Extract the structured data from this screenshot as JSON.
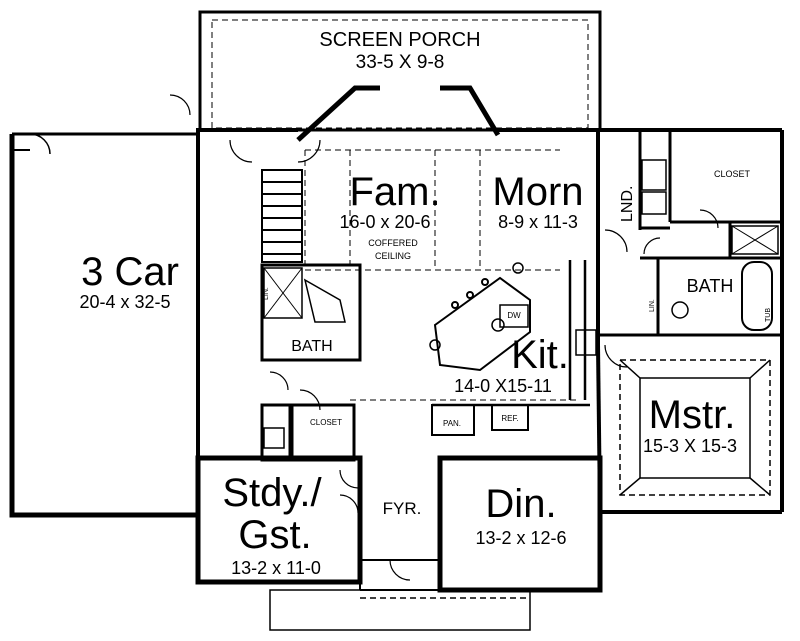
{
  "rooms": {
    "screen_porch": {
      "name": "SCREEN PORCH",
      "size": "33-5 X 9-8"
    },
    "garage": {
      "name": "3 Car",
      "size": "20-4 x 32-5"
    },
    "family": {
      "name": "Fam.",
      "size": "16-0 x 20-6",
      "note_line1": "COFFERED",
      "note_line2": "CEILING"
    },
    "morning": {
      "name": "Morn",
      "size": "8-9 x 11-3"
    },
    "laundry": {
      "name": "LND."
    },
    "closet_master": {
      "name": "CLOSET"
    },
    "bath_master": {
      "name": "BATH"
    },
    "bath_hall": {
      "name": "BATH"
    },
    "kitchen": {
      "name": "Kit.",
      "size": "14-0 X15-11"
    },
    "master": {
      "name": "Mstr.",
      "size": "15-3 X 15-3"
    },
    "study": {
      "name_line1": "Stdy./",
      "name_line2": "Gst.",
      "size": "13-2 x 11-0"
    },
    "foyer": {
      "name": "FYR."
    },
    "dining": {
      "name": "Din.",
      "size": "13-2 x 12-6"
    },
    "closet_hall": {
      "name": "CLOSET"
    },
    "pantry": {
      "name": "PAN."
    },
    "refrigerator": {
      "name": "REF."
    },
    "dishwasher": {
      "name": "DW"
    },
    "linen_master": {
      "name": "LIN."
    },
    "linen_hall": {
      "name": "LIN."
    },
    "tub": {
      "name": "TUB"
    }
  },
  "colors": {
    "wall": "#000000",
    "background": "#ffffff"
  }
}
